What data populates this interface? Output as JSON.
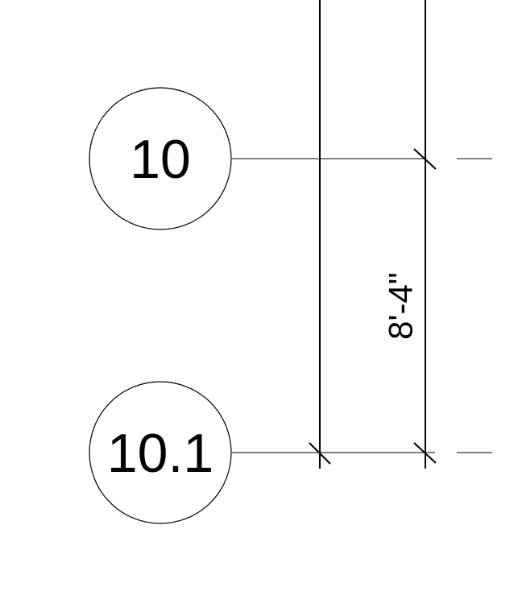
{
  "gridlines": [
    {
      "label": "10"
    },
    {
      "label": "10.1"
    }
  ],
  "dimension": {
    "text": "8'-4\""
  }
}
